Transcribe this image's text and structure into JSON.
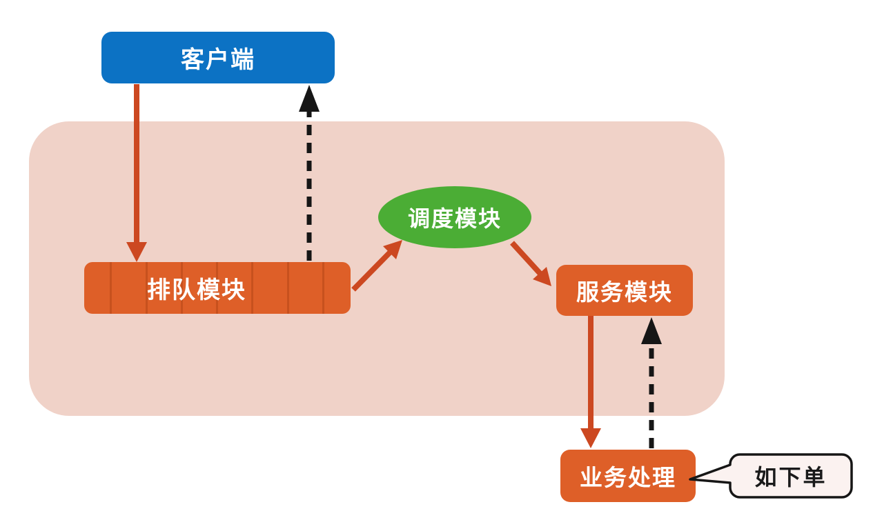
{
  "diagram": {
    "type": "flow-diagram",
    "description_visible_text_only": true
  },
  "nodes": {
    "client": {
      "label": "客户端",
      "shape": "rounded-rect",
      "fill": "blue"
    },
    "queue": {
      "label": "排队模块",
      "shape": "segmented-rect",
      "segments": 8,
      "fill": "orange"
    },
    "scheduler": {
      "label": "调度模块",
      "shape": "ellipse",
      "fill": "green"
    },
    "service": {
      "label": "服务模块",
      "shape": "rounded-rect",
      "fill": "orange"
    },
    "business": {
      "label": "业务处理",
      "shape": "rounded-rect",
      "fill": "orange"
    }
  },
  "callout": {
    "label": "如下单",
    "attached_to": "business",
    "shape": "speech-bubble"
  },
  "edges": [
    {
      "from": "client",
      "to": "queue",
      "line": "solid",
      "color": "red"
    },
    {
      "from": "queue",
      "to": "client",
      "line": "dashed",
      "color": "black"
    },
    {
      "from": "queue",
      "to": "scheduler",
      "line": "solid",
      "color": "red"
    },
    {
      "from": "scheduler",
      "to": "service",
      "line": "solid",
      "color": "red"
    },
    {
      "from": "service",
      "to": "business",
      "line": "solid",
      "color": "red"
    },
    {
      "from": "business",
      "to": "service",
      "line": "dashed",
      "color": "black"
    }
  ],
  "colors": {
    "blue": "#0C72C4",
    "orange": "#DE5F28",
    "orange_dark": "#C7511E",
    "green": "#4BAD35",
    "pink": "#F0D2C8",
    "arrow_red": "#CC4821",
    "black": "#161616",
    "callout_bg": "#FBF2F0",
    "text_white": "#FFFFFF",
    "background": "#FFFFFF"
  }
}
